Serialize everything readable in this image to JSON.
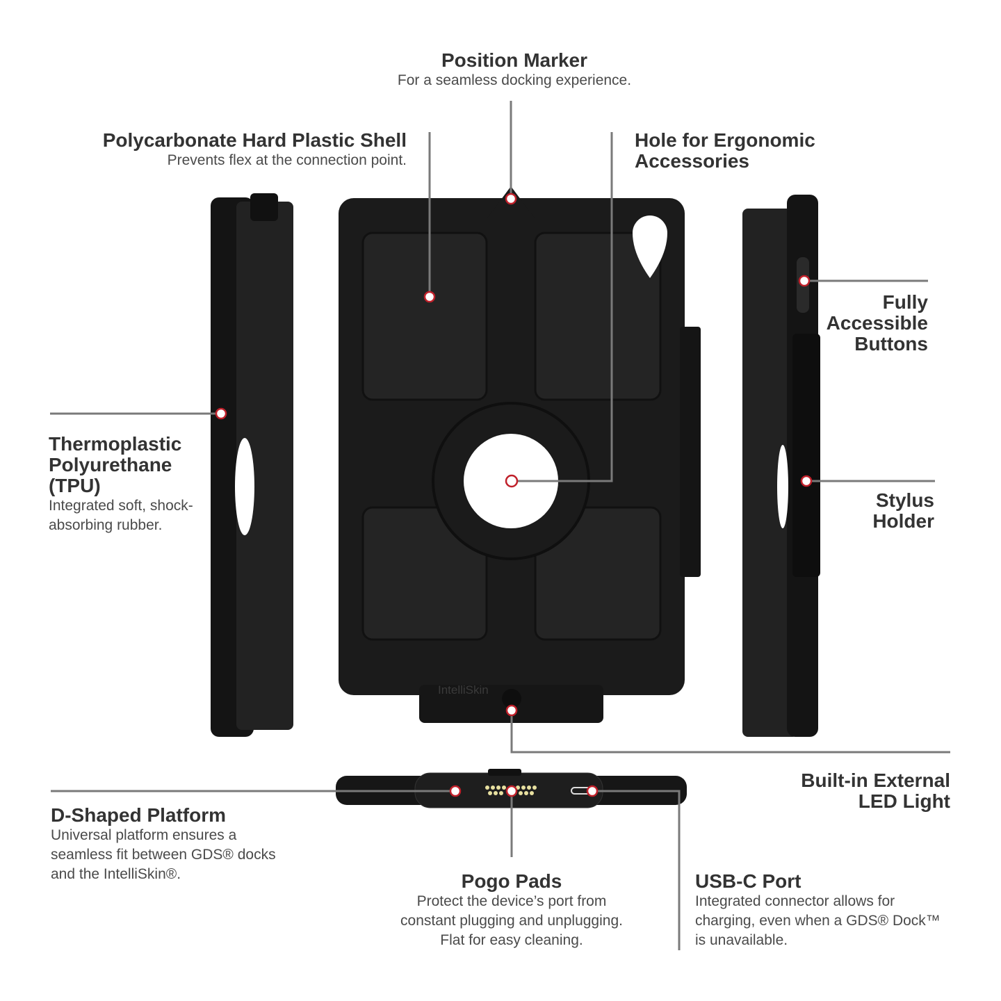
{
  "product_logo": "IntelliSkin",
  "callouts": {
    "position_marker": {
      "title": "Position Marker",
      "desc": "For a seamless docking experience."
    },
    "polycarbonate": {
      "title": "Polycarbonate Hard Plastic Shell",
      "desc": "Prevents flex at the connection point."
    },
    "hole": {
      "title_1": "Hole for Ergonomic",
      "title_2": "Accessories"
    },
    "buttons": {
      "title_1": "Fully",
      "title_2": "Accessible",
      "title_3": "Buttons"
    },
    "tpu": {
      "title_1": "Thermoplastic",
      "title_2": "Polyurethane",
      "title_3": "(TPU)",
      "desc_1": "Integrated soft, shock-",
      "desc_2": "absorbing rubber."
    },
    "stylus": {
      "title_1": "Stylus",
      "title_2": "Holder"
    },
    "led": {
      "title_1": "Built-in External",
      "title_2": "LED Light"
    },
    "d_platform": {
      "title": "D-Shaped Platform",
      "desc_1": "Universal platform ensures a",
      "desc_2": "seamless fit between GDS® docks",
      "desc_3": "and the IntelliSkin®."
    },
    "pogo": {
      "title": "Pogo Pads",
      "desc_1": "Protect the device’s port from",
      "desc_2": "constant plugging and unplugging.",
      "desc_3": "Flat for easy cleaning."
    },
    "usbc": {
      "title": "USB-C Port",
      "desc_1": "Integrated connector allows for",
      "desc_2": "charging, even when a GDS® Dock™",
      "desc_3": "is unavailable."
    }
  },
  "colors": {
    "line": "#7a7a7a",
    "marker_ring": "#c0202a",
    "case": "#1b1b1b"
  }
}
